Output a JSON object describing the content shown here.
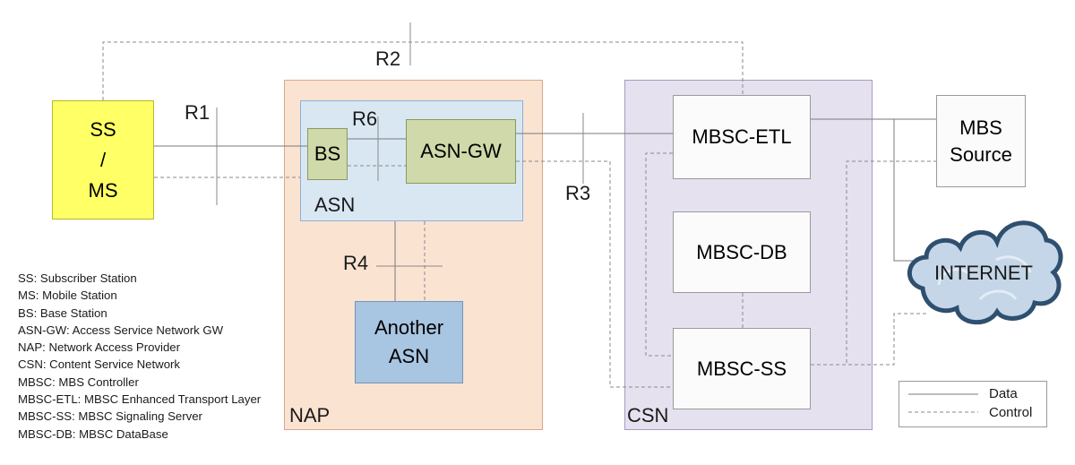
{
  "interfaces": {
    "r1": "R1",
    "r2": "R2",
    "r3": "R3",
    "r4": "R4",
    "r6": "R6"
  },
  "nodes": {
    "ss_ms": [
      "SS",
      "/",
      "MS"
    ],
    "bs": "BS",
    "asn_gw": "ASN-GW",
    "asn": "ASN",
    "another_asn": [
      "Another",
      "ASN"
    ],
    "nap": "NAP",
    "csn": "CSN",
    "mbsc_etl": "MBSC-ETL",
    "mbsc_db": "MBSC-DB",
    "mbsc_ss": "MBSC-SS",
    "mbs_source": [
      "MBS",
      "Source"
    ],
    "internet": "INTERNET"
  },
  "abbreviations": [
    "SS: Subscriber Station",
    "MS: Mobile Station",
    "BS: Base Station",
    "ASN-GW: Access Service Network GW",
    "NAP: Network Access Provider",
    "CSN: Content Service Network",
    "MBSC: MBS Controller",
    "MBSC-ETL: MBSC Enhanced Transport Layer",
    "MBSC-SS: MBSC Signaling Server",
    "MBSC-DB: MBSC DataBase"
  ],
  "line_key": {
    "data": "Data",
    "control": "Control"
  },
  "colors": {
    "nap_fill": "#fbe3d2",
    "asn_fill": "#d9e7f3",
    "csn_fill": "#e6e1ef",
    "ss_fill": "#ffff66",
    "node_fill": "#cfd9a9",
    "another_fill": "#a8c5e1"
  }
}
